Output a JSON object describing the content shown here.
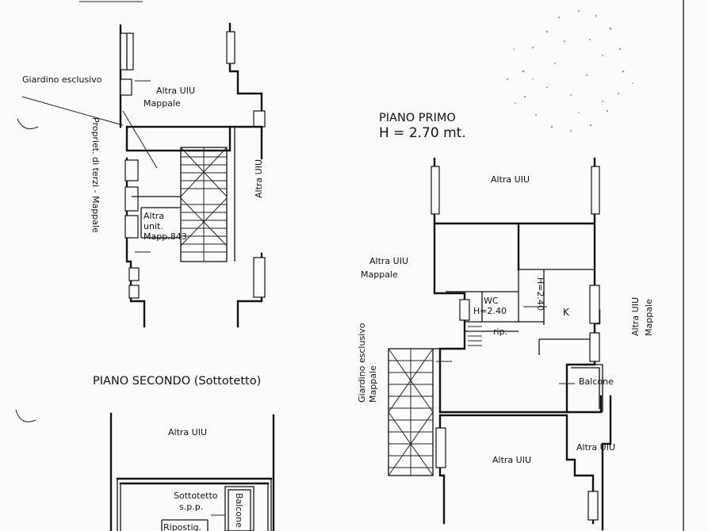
{
  "labels": {
    "giardino_esclusivo_top": "Giardino esclusivo",
    "altra_uiu": "Altra UIU",
    "mappale": "Mappale",
    "propriet_terzi": "Propriet. di terzi - Mappale",
    "altra_uiu_right": "Altra UIU",
    "altra_unit_1": "Altra",
    "altra_unit_2": "unit.",
    "altra_unit_3": "Mapp.843",
    "piano_primo": "PIANO PRIMO",
    "piano_primo_h": "H = 2.70 mt.",
    "pp_altra_uiu_top": "Altra UIU",
    "pp_altra_uiu_left": "Altra UIU",
    "pp_mappale_left": "Mappale",
    "wc": "WC",
    "wc_h": "H=2.40",
    "h_240_vertical": "H=2.40",
    "k": "K",
    "rip": "rip.",
    "pp_altra_uiu_right": "Altra UIU",
    "pp_mappale_right": "Mappale",
    "giardino_esclusivo_pp": "Giardino esclusivo",
    "mappale_pp_left": "Mappale",
    "balcone": "Balcone",
    "pp_altra_uiu_bottom": "Altra UIU",
    "pp_altra_uiu_bottom_right": "Altra UIU",
    "piano_secondo": "PIANO SECONDO (Sottotetto)",
    "ps_altra_uiu": "Altra UIU",
    "sottotetto": "Sottotetto",
    "spp": "s.p.p.",
    "ps_balcone": "Balcone",
    "ripostiglio": "Ripostig."
  }
}
